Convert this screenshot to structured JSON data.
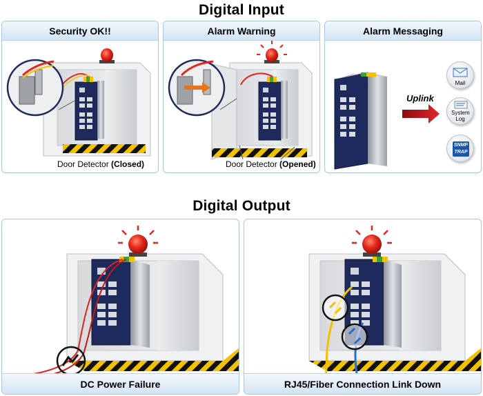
{
  "digital_input": {
    "title": "Digital Input",
    "panels": [
      {
        "header": "Security OK!!",
        "caption_text": "Door Detector ",
        "caption_bold": "(Closed)"
      },
      {
        "header": "Alarm Warning",
        "caption_text": "Door Detector ",
        "caption_bold": "(Opened)"
      },
      {
        "header": "Alarm Messaging",
        "uplink_label": "Uplink",
        "icons": [
          {
            "name": "mail-icon",
            "label": "Mail"
          },
          {
            "name": "system-log-icon",
            "label": "System Log"
          },
          {
            "name": "snmp-trap-icon",
            "label": "SNMP TRAP"
          }
        ]
      }
    ]
  },
  "digital_output": {
    "title": "Digital Output",
    "panels": [
      {
        "footer": "DC Power Failure"
      },
      {
        "footer": "RJ45/Fiber Connection Link Down"
      }
    ]
  },
  "colors": {
    "panel_border": "#a9c6e0",
    "header_light": "#f3f8fd",
    "header_dark": "#d3e4f3",
    "switch_navy": "#1f2a5c",
    "alarm_red": "#e3261b",
    "hazard_yellow": "#f2c200",
    "uplink_arrow": "#c4161c"
  }
}
